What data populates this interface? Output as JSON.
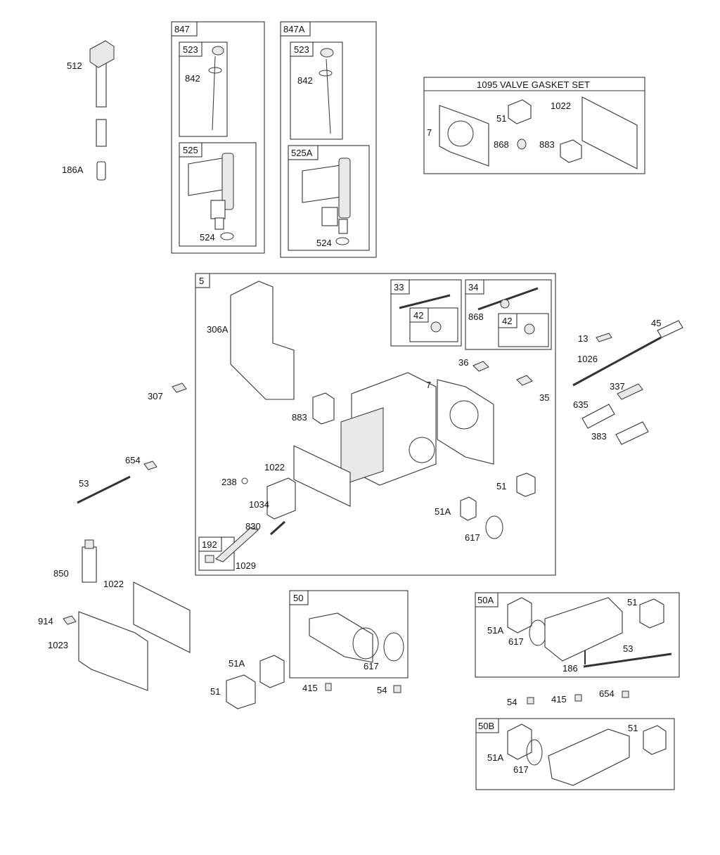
{
  "diagram": {
    "gasket_set_title": "VALVE GASKET SET",
    "boxes": [
      {
        "key": "b847",
        "tag": "847"
      },
      {
        "key": "b847a",
        "tag": "847A"
      },
      {
        "key": "b523l",
        "tag": "523"
      },
      {
        "key": "b525",
        "tag": "525"
      },
      {
        "key": "b523r",
        "tag": "523"
      },
      {
        "key": "b525a",
        "tag": "525A"
      },
      {
        "key": "b1095",
        "tag": "1095"
      },
      {
        "key": "b5",
        "tag": "5"
      },
      {
        "key": "b33",
        "tag": "33"
      },
      {
        "key": "b42a",
        "tag": "42"
      },
      {
        "key": "b34",
        "tag": "34"
      },
      {
        "key": "b42b",
        "tag": "42"
      },
      {
        "key": "b192",
        "tag": "192"
      },
      {
        "key": "b50",
        "tag": "50"
      },
      {
        "key": "b50a",
        "tag": "50A"
      },
      {
        "key": "b50b",
        "tag": "50B"
      }
    ],
    "labels": [
      "512",
      "186A",
      "842",
      "524",
      "842",
      "524",
      "7",
      "51",
      "1022",
      "868",
      "883",
      "306A",
      "868",
      "36",
      "7",
      "35",
      "883",
      "1022",
      "238",
      "1034",
      "830",
      "1029",
      "51",
      "51A",
      "617",
      "307",
      "654",
      "53",
      "13",
      "45",
      "1026",
      "337",
      "635",
      "383",
      "850",
      "1022",
      "914",
      "1023",
      "51A",
      "51",
      "415",
      "617",
      "54",
      "51A",
      "617",
      "51",
      "186",
      "53",
      "54",
      "415",
      "654",
      "51A",
      "617",
      "51"
    ]
  }
}
